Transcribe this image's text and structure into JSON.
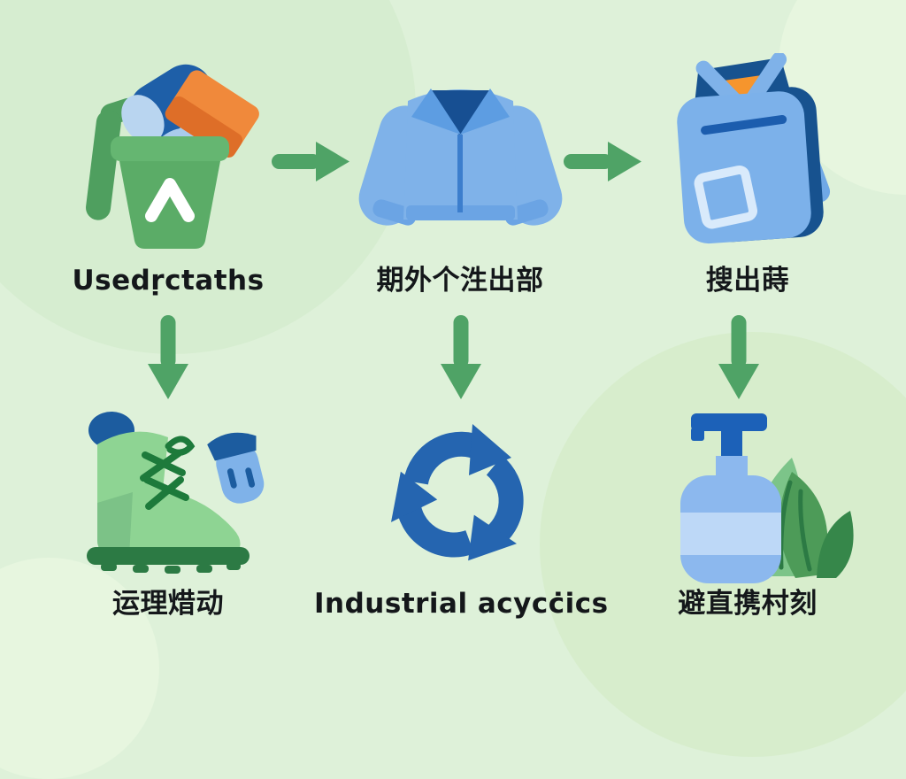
{
  "title": "used-clothes-recycling-flow-infographic",
  "palette": {
    "background": "#def1d9",
    "background_blob_dark": "#d6edd0",
    "background_blob_light": "#e7f6df",
    "arrow_green": "#4fa366",
    "icon_green": "#5bac67",
    "icon_green_light": "#8ed493",
    "icon_green_dark": "#2c7a44",
    "icon_blue_light": "#7fb2e9",
    "icon_blue_dark": "#1c5c9f",
    "recycle_blue": "#2565b0",
    "accent_orange": "#f6952d",
    "label_text": "#14171a"
  },
  "flow": {
    "nodes": [
      {
        "id": "used-clothes-bin",
        "icon": "clothes-bin-icon",
        "label": "Usedṛctaths"
      },
      {
        "id": "jacket",
        "icon": "jacket-icon",
        "label": "期外个泩出部"
      },
      {
        "id": "donation-bag",
        "icon": "donation-bag-icon",
        "label": "搜出蒔"
      },
      {
        "id": "boots",
        "icon": "boots-icon",
        "label": "运理焟动"
      },
      {
        "id": "recycling",
        "icon": "recycling-arrows-icon",
        "label": "Industrial acycċics"
      },
      {
        "id": "eco-bottle",
        "icon": "lotion-bottle-leaves-icon",
        "label": "避直携村刻"
      }
    ],
    "connectors": [
      {
        "from": "used-clothes-bin",
        "to": "jacket",
        "direction": "right"
      },
      {
        "from": "jacket",
        "to": "donation-bag",
        "direction": "right"
      },
      {
        "from": "used-clothes-bin",
        "to": "boots",
        "direction": "down"
      },
      {
        "from": "jacket",
        "to": "recycling",
        "direction": "down"
      },
      {
        "from": "donation-bag",
        "to": "eco-bottle",
        "direction": "down"
      }
    ]
  }
}
